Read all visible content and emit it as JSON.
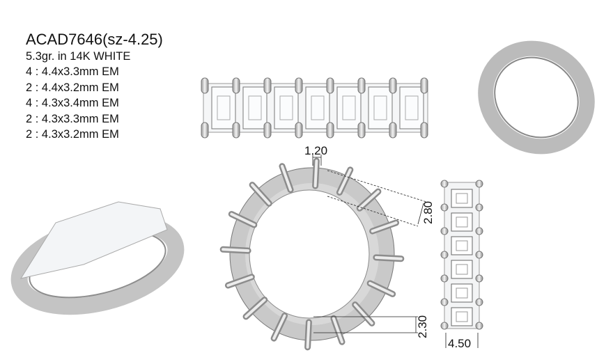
{
  "spec": {
    "title": "ACAD7646(sz-4.25)",
    "weight": "5.3gr. in 14K WHITE",
    "stones": [
      "4 : 4.4x3.3mm EM",
      "2 : 4.4x3.2mm EM",
      "4 : 4.3x3.4mm EM",
      "2 : 4.3x3.3mm EM",
      "2 : 4.3x3.2mm EM"
    ]
  },
  "dimensions": {
    "prong_width": "1.20",
    "stone_height": "2.80",
    "band_thickness": "2.30",
    "band_width": "4.50"
  },
  "colors": {
    "metal": "#c8c8c8",
    "metal_dark": "#8a8a8a",
    "stone": "#f4f6f8",
    "line": "#222222"
  }
}
